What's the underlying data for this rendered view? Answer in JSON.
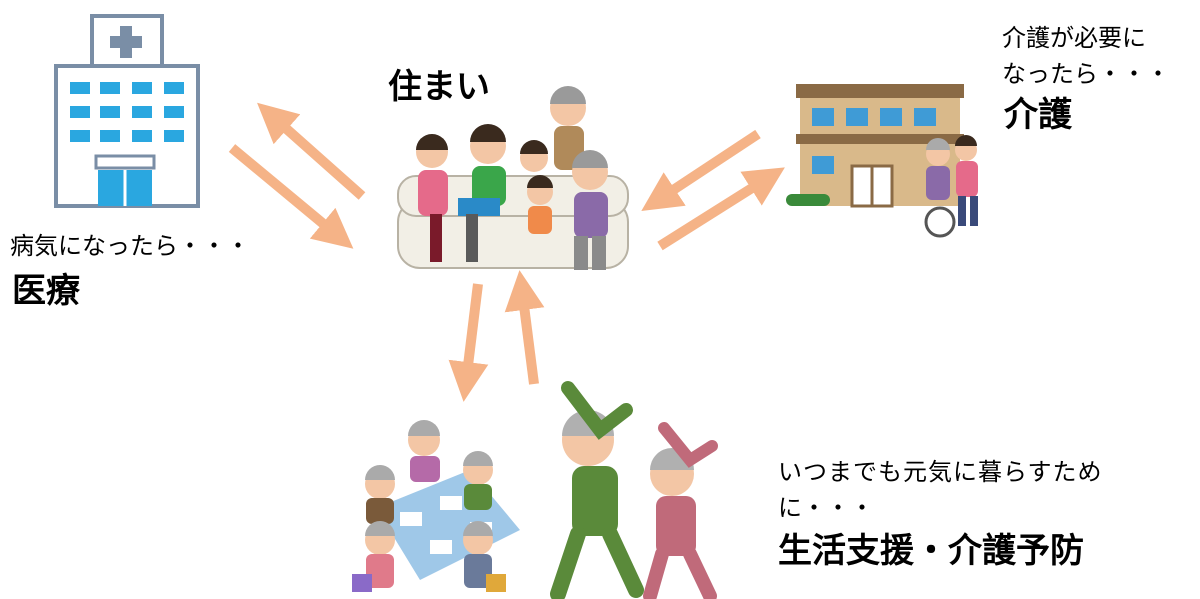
{
  "center": {
    "label": "住まい"
  },
  "medical": {
    "prefix": "病気になったら・・・",
    "label": "医療"
  },
  "care": {
    "prefix_line1": "介護が必要に",
    "prefix_line2": "なったら・・・",
    "label": "介護"
  },
  "support": {
    "prefix_line1": "いつまでも元気に暮らすため",
    "prefix_line2": "に・・・",
    "label": "生活支援・介護予防"
  },
  "colors": {
    "arrow": "#f5b387",
    "hospital_line": "#7a8ea6",
    "hospital_window": "#2aa7e0",
    "care_wall": "#d9b98a",
    "care_roof": "#8a6a45",
    "sofa": "#f2efe6"
  },
  "icons": {
    "hospital": "hospital-building-icon",
    "family": "family-on-sofa-icon",
    "care_facility": "care-facility-wheelchair-icon",
    "meeting": "seniors-meeting-icon",
    "exercise": "seniors-stretching-icon"
  }
}
